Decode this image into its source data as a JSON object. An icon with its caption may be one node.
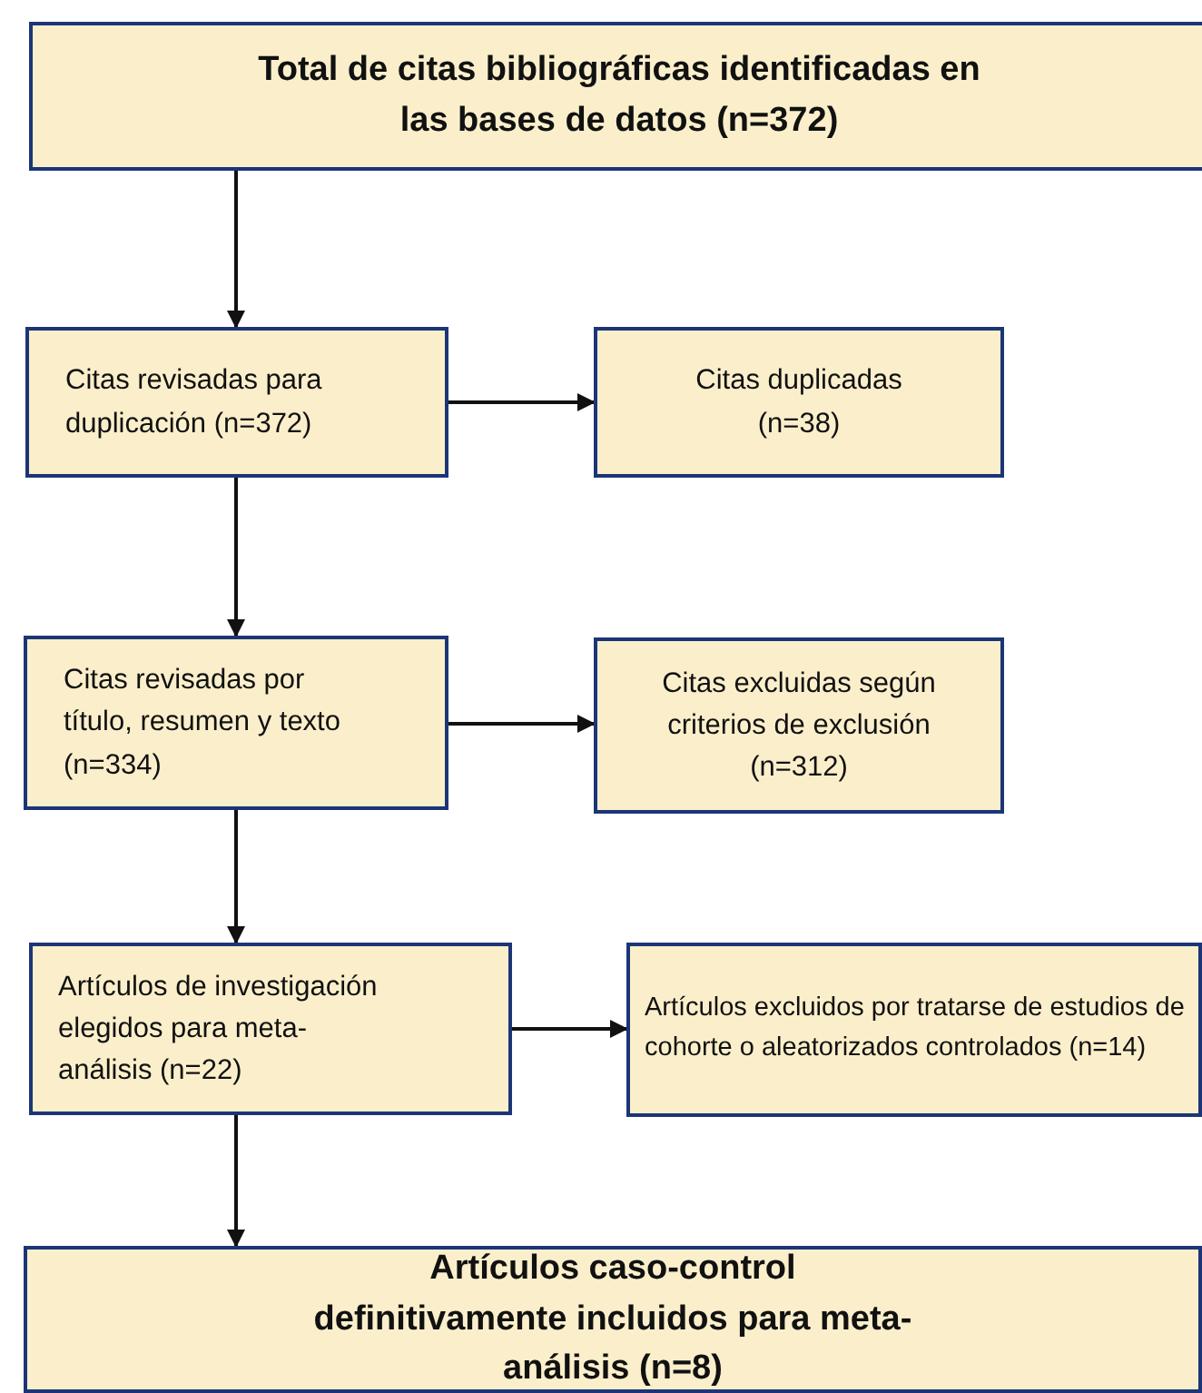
{
  "diagram": {
    "nodes": [
      {
        "text": [
          "Total de citas bibliográficas identificadas en las bases de datos (n=372)"
        ]
      },
      {
        "text": [
          "Citas revisadas para duplicación (n=372)"
        ]
      },
      {
        "text": [
          "Citas duplicadas (n=38)"
        ]
      },
      {
        "text": [
          "Citas revisadas por título, resumen y texto (n=334)"
        ]
      },
      {
        "text": [
          "Citas excluidas según criterios de exclusión (n=312)"
        ]
      },
      {
        "text": [
          "Artículos de investigación elegidos para meta-análisis (n=22)"
        ]
      },
      {
        "text": [
          "Artículos excluidos por tratarse de estudios de cohorte o aleatorizados controlados (n=14)"
        ]
      },
      {
        "text": [
          "Artículos caso-control definitivamente incluidos para meta-análisis (n=8)"
        ]
      }
    ],
    "edges": [
      {
        "from": 0,
        "to": 1,
        "arrow": "to"
      },
      {
        "from": 1,
        "to": 2,
        "arrow": "to"
      },
      {
        "from": 1,
        "to": 3,
        "arrow": "to"
      },
      {
        "from": 3,
        "to": 4,
        "arrow": "to"
      },
      {
        "from": 3,
        "to": 5,
        "arrow": "to"
      },
      {
        "from": 5,
        "to": 6,
        "arrow": "to"
      },
      {
        "from": 5,
        "to": 7,
        "arrow": "to"
      }
    ]
  }
}
